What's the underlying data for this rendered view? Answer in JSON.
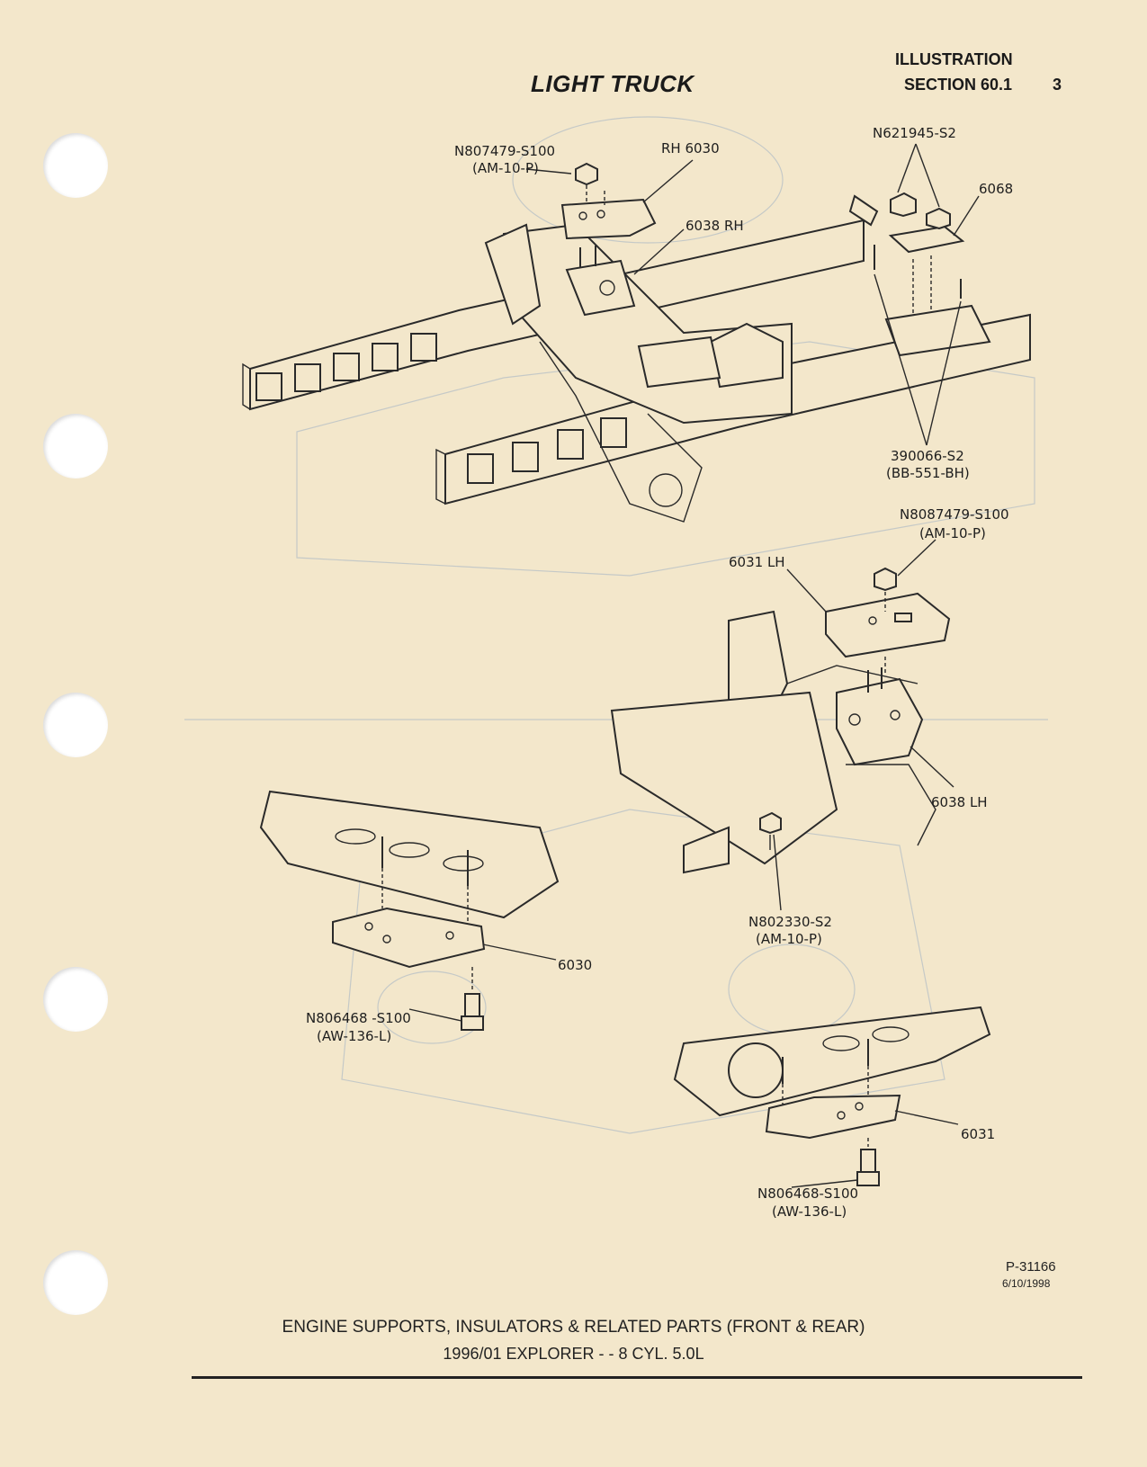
{
  "header": {
    "title": "LIGHT TRUCK",
    "illustration_label": "ILLUSTRATION",
    "section_label": "SECTION 60.1",
    "page_number": "3"
  },
  "callouts": {
    "n807479": "N807479-S100",
    "n807479_code": "(AM-10-P)",
    "rh6030": "RH 6030",
    "c6038rh": "6038 RH",
    "n621945": "N621945-S2",
    "c6068": "6068",
    "c390066": "390066-S2",
    "c390066_code": "(BB-551-BH)",
    "n8087479": "N8087479-S100",
    "n8087479_code": "(AM-10-P)",
    "c6031lh": "6031 LH",
    "c6038lh": "6038 LH",
    "n802330": "N802330-S2",
    "n802330_code": "(AM-10-P)",
    "c6030": "6030",
    "n806468a": "N806468 -S100",
    "n806468a_code": "(AW-136-L)",
    "c6031": "6031",
    "n806468b": "N806468-S100",
    "n806468b_code": "(AW-136-L)"
  },
  "reference": {
    "number": "P-31166",
    "date": "6/10/1998"
  },
  "caption": {
    "line1": "ENGINE SUPPORTS, INSULATORS & RELATED PARTS (FRONT & REAR)",
    "line2": "1996/01 EXPLORER - - 8 CYL. 5.0L"
  }
}
